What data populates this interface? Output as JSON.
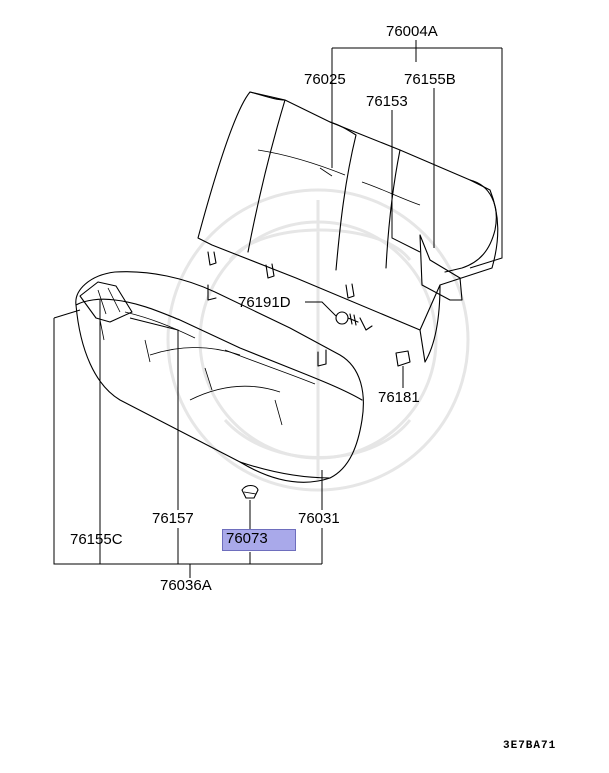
{
  "parts": {
    "p76004A": "76004A",
    "p76025": "76025",
    "p76155B": "76155B",
    "p76153": "76153",
    "p76191D": "76191D",
    "p76181": "76181",
    "p76155C": "76155C",
    "p76157": "76157",
    "p76031": "76031",
    "p76073": "76073",
    "p76036A": "76036A"
  },
  "highlighted_part": "76073",
  "highlight_color": "#a9a9ea",
  "diagram_code": "3E7BA71"
}
